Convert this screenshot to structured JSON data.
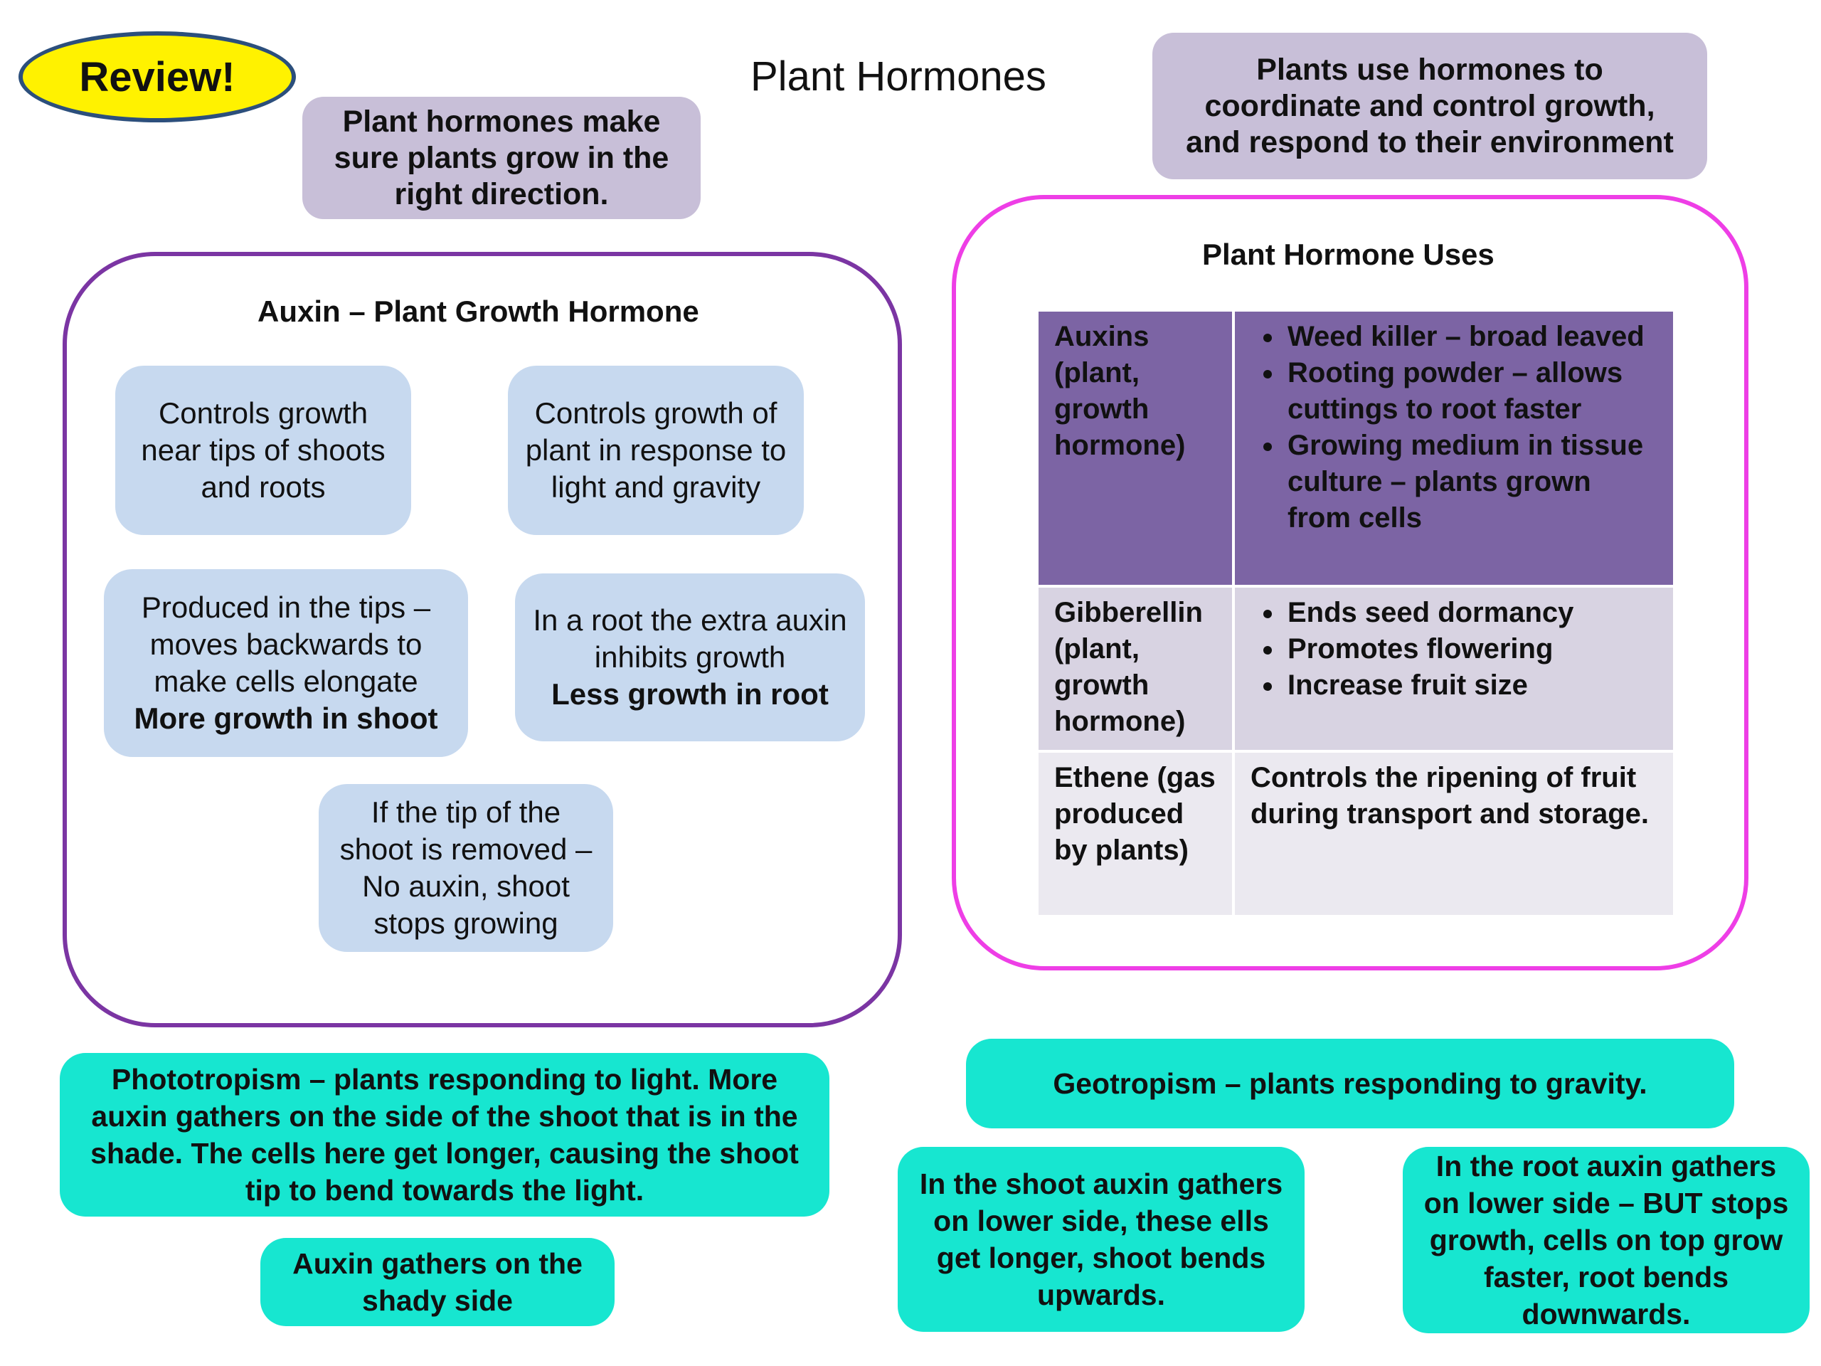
{
  "review": {
    "label": "Review!",
    "fill": "#fff200",
    "border": "#2c4f7c"
  },
  "title": "Plant Hormones",
  "intro": {
    "left": "Plant hormones make sure plants grow in the right direction.",
    "right": "Plants use hormones to coordinate and control growth, and respond to their environment"
  },
  "auxin": {
    "heading": "Auxin – Plant Growth Hormone",
    "boxes": {
      "b1": "Controls growth near tips of shoots and roots",
      "b2": "Controls growth of plant in response to light and gravity",
      "b3_text": "Produced in the tips – moves backwards to make cells elongate",
      "b3_bold": "More growth in shoot",
      "b4_text": "In a root the extra auxin inhibits growth",
      "b4_bold": "Less growth in root",
      "b5": "If the tip of the shoot is removed – No auxin, shoot stops growing"
    }
  },
  "uses": {
    "heading": "Plant Hormone Uses",
    "rows": [
      {
        "name": "Auxins (plant, growth hormone)",
        "items": [
          "Weed killer – broad leaved",
          "Rooting powder – allows cuttings to root faster",
          "Growing medium in tissue culture – plants grown from cells"
        ]
      },
      {
        "name": "Gibberellin (plant, growth hormone)",
        "items": [
          "Ends seed dormancy",
          "Promotes flowering",
          "Increase fruit size"
        ]
      },
      {
        "name": "Ethene (gas produced by plants)",
        "text": "Controls the ripening of fruit during transport and storage."
      }
    ]
  },
  "tropism": {
    "phototropism": "Phototropism – plants responding to light.  More auxin gathers on the side of the shoot that is in the shade. The cells here get longer, causing the shoot tip to bend towards the light.",
    "shady": "Auxin gathers on the shady side",
    "geotropism": "Geotropism – plants responding to gravity.",
    "shoot": "In the shoot auxin gathers on lower side, these ells get longer, shoot bends upwards.",
    "root": "In the root auxin gathers  on lower side – BUT stops growth, cells on top grow faster, root bends downwards."
  },
  "colors": {
    "lavender": "#c8bfd8",
    "blue": "#c7d9ef",
    "teal": "#17e6d0",
    "purple_frame": "#7b35a3",
    "pink_frame": "#ee3ee6",
    "auxin_row": "#7c64a4"
  }
}
